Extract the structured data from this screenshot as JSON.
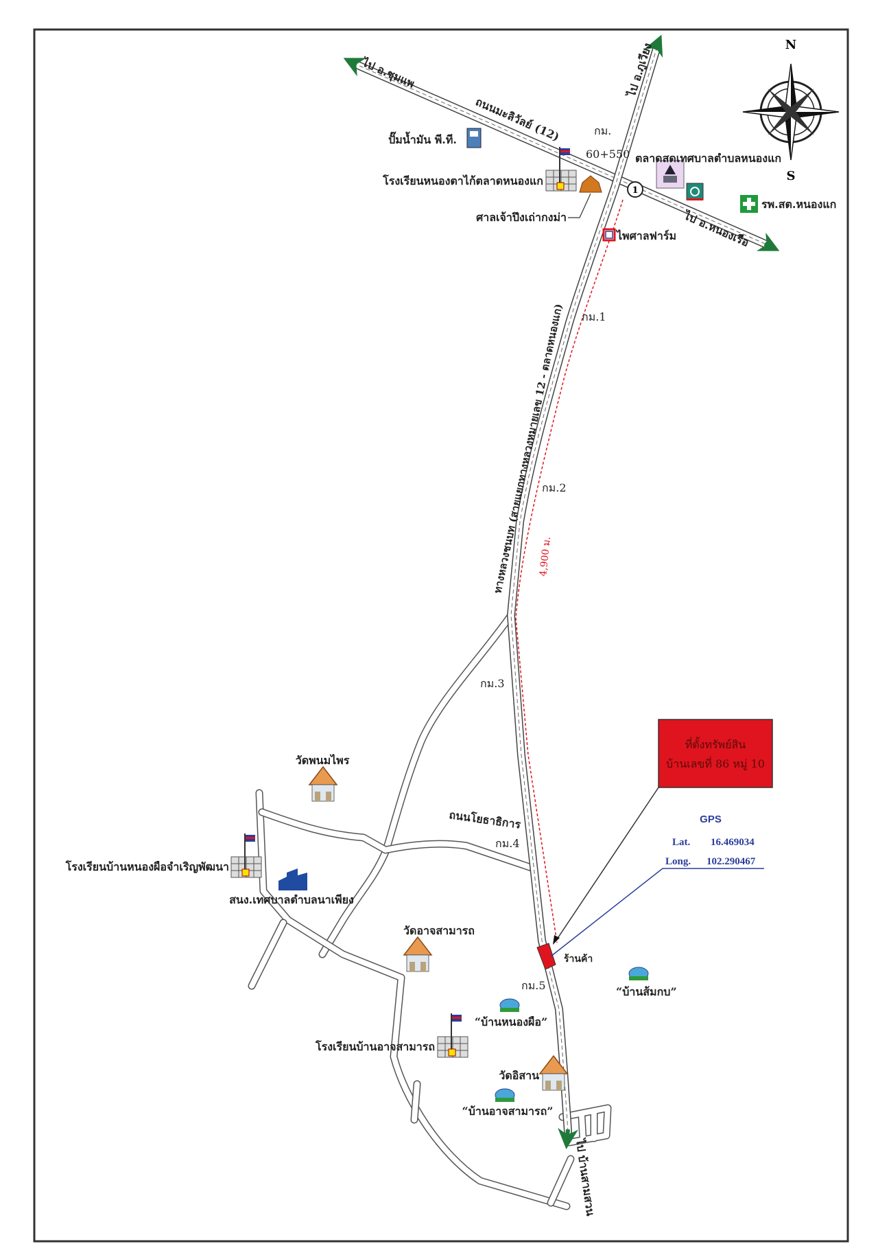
{
  "compass": {
    "north": "N",
    "south": "S"
  },
  "roads": {
    "to_chumphae": "ไป อ.ชุมแพ",
    "to_phuwiang": "ไป อ.ภูเวียง",
    "to_nongruea": "ไป อ.หนองเรือ",
    "to_ban_samsuan": "ไป บ้านสามสวน",
    "mali_wan": "ถนนมะลิวัลย์ (12)",
    "rural_highway": "ทางหลวงชนบท (สายแยกทางหลวงหมายเลข 12 - ตลาดหนองแก)",
    "yotha": "ถนนโยธาธิการ"
  },
  "km": {
    "km_label": "กม.",
    "km_value": "60+550",
    "route_number": "1",
    "km1": "กม.1",
    "km2": "กม.2",
    "km3": "กม.3",
    "km4": "กม.4",
    "km5": "กม.5"
  },
  "distance": "4,900 ม.",
  "places": {
    "gas_station": "ปั๊มน้ำมัน พี.ที.",
    "school_nongta": "โรงเรียนหนองตาไก้ตลาดหนองแก",
    "shrine": "ศาลเจ้าปึงเถ่ากงม่า",
    "market": "ตลาดสดเทศบาลตำบลหนองแก",
    "hospital": "รพ.สต.หนองแก",
    "farm": "ไพศาลฟาร์ม",
    "wat_phanom_phrai": "วัดพนมไพร",
    "school_nongphue": "โรงเรียนบ้านหนองผือจำเริญพัฒนา",
    "municipal_office": "สนง.เทศบาลตำบลนาเพียง",
    "wat_atsamat": "วัดอาจสามารถ",
    "shop": "ร้านค้า",
    "village_somkop": "“บ้านส้มกบ”",
    "village_nongphue": "“บ้านหนองผือ”",
    "school_atsamat": "โรงเรียนบ้านอาจสามารถ",
    "wat_isan": "วัดอิสาน",
    "village_atsamat": "“บ้านอาจสามารถ”"
  },
  "property_box": {
    "line1": "ที่ตั้งทรัพย์สิน",
    "line2": "บ้านเลขที่ 86 หมู่ 10"
  },
  "gps": {
    "title": "GPS",
    "lat_label": "Lat.",
    "lat": "16.469034",
    "long_label": "Long.",
    "long": "102.290467"
  },
  "colors": {
    "arrow": "#1f7a3a",
    "property": "#e0141e",
    "gps": "#2a3d9a",
    "distance": "#e0141e"
  }
}
